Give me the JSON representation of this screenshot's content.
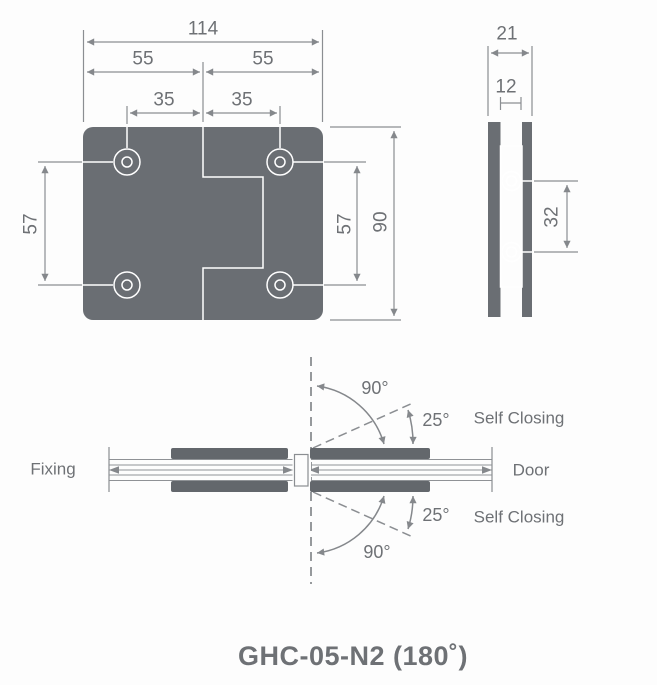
{
  "title": "GHC-05-N2 (180˚)",
  "colors": {
    "plate_fill": "#6a6e73",
    "clamp_fill": "#63676c",
    "line_gray": "#8b8e92",
    "text_gray": "#6e7175",
    "title_color": "#39393b"
  },
  "front_view": {
    "description": "front view of hinge plate with four screw holes",
    "dim_overall_width": "114",
    "dim_left_half": "55",
    "dim_right_half": "55",
    "dim_hole_offset_left": "35",
    "dim_hole_offset_right": "35",
    "dim_hole_spacing_left": "57",
    "dim_hole_spacing_right": "57",
    "dim_overall_height": "90"
  },
  "side_view": {
    "description": "side view of hinge with glass gap and screws",
    "dim_total_thickness": "21",
    "dim_glass_gap": "12",
    "dim_screw_spacing": "32"
  },
  "swing_diagram": {
    "description": "door swing schematic, 90 degree opening both sides with 25 degree self-closing zone",
    "fixing_label": "Fixing",
    "door_label": "Door",
    "top_open_angle": "90°",
    "top_close_angle": "25°",
    "top_self_closing": "Self Closing",
    "bottom_close_angle": "25°",
    "bottom_self_closing": "Self Closing",
    "bottom_open_angle": "90°"
  }
}
